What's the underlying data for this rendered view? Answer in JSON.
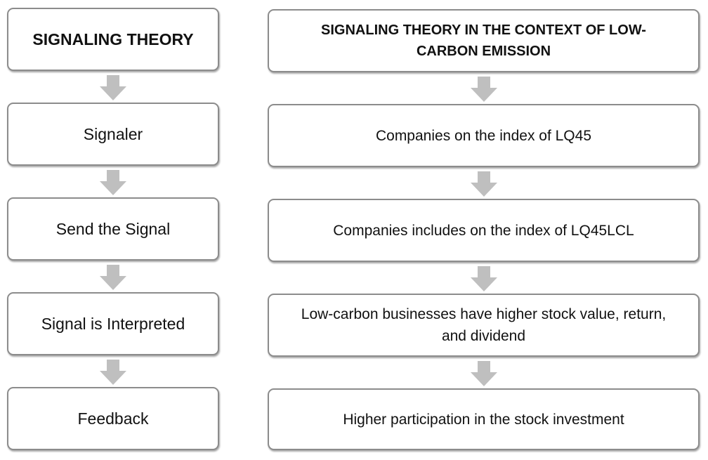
{
  "left_column": {
    "header": "SIGNALING THEORY",
    "steps": [
      "Signaler",
      "Send the Signal",
      "Signal is Interpreted",
      "Feedback"
    ]
  },
  "right_column": {
    "header": "SIGNALING THEORY IN THE CONTEXT OF LOW-CARBON EMISSION",
    "steps": [
      "Companies on the index of LQ45",
      "Companies includes on the index of LQ45LCL",
      "Low-carbon businesses have higher stock value, return, and dividend",
      "Higher participation in the stock investment"
    ]
  },
  "colors": {
    "box_border": "#8c8c8c",
    "arrow_fill": "#bfbfbf",
    "text": "#111111"
  },
  "icons": {
    "connector": "down-arrow-icon"
  }
}
